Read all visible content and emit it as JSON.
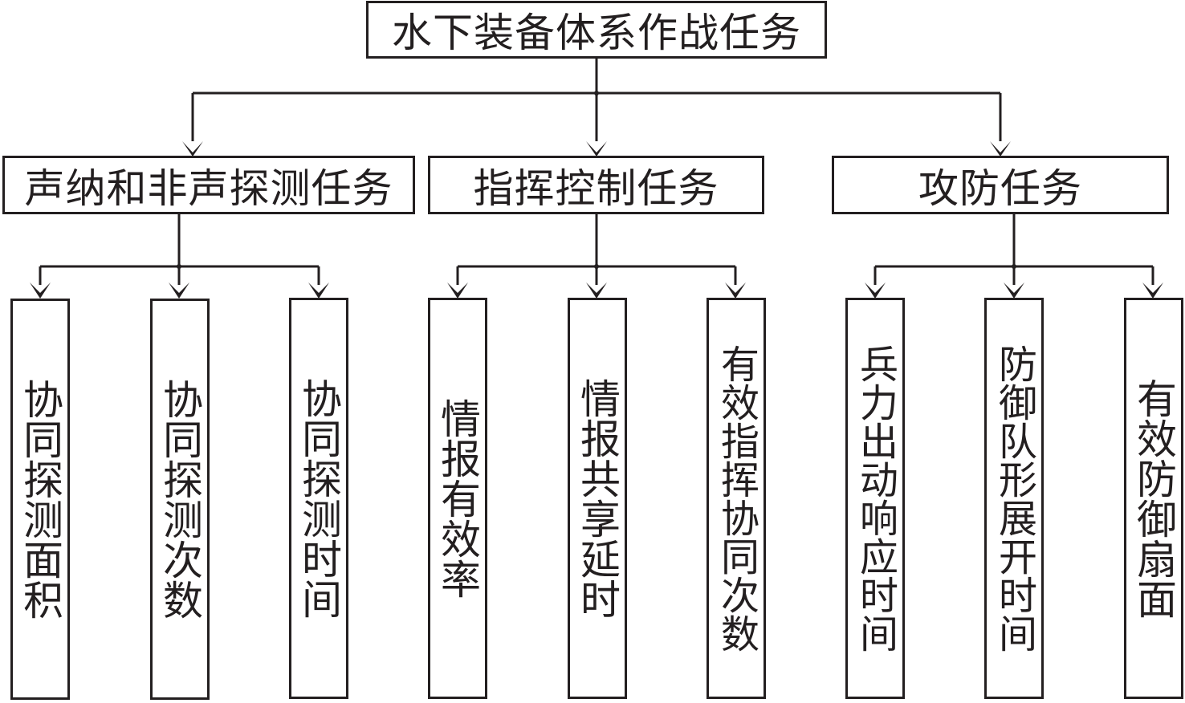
{
  "root": {
    "label": "水下装备体系作战任务"
  },
  "categories": [
    {
      "label": "声纳和非声探测任务",
      "children": [
        {
          "label": "协同探测面积"
        },
        {
          "label": "协同探测次数"
        },
        {
          "label": "协同探测时间"
        }
      ]
    },
    {
      "label": "指挥控制任务",
      "children": [
        {
          "label": "情报有效率"
        },
        {
          "label": "情报共享延时"
        },
        {
          "label": "有效指挥协同次数"
        }
      ]
    },
    {
      "label": "攻防任务",
      "children": [
        {
          "label": "兵力出动响应时间"
        },
        {
          "label": "防御队形展开时间"
        },
        {
          "label": "有效防御扇面"
        }
      ]
    }
  ]
}
